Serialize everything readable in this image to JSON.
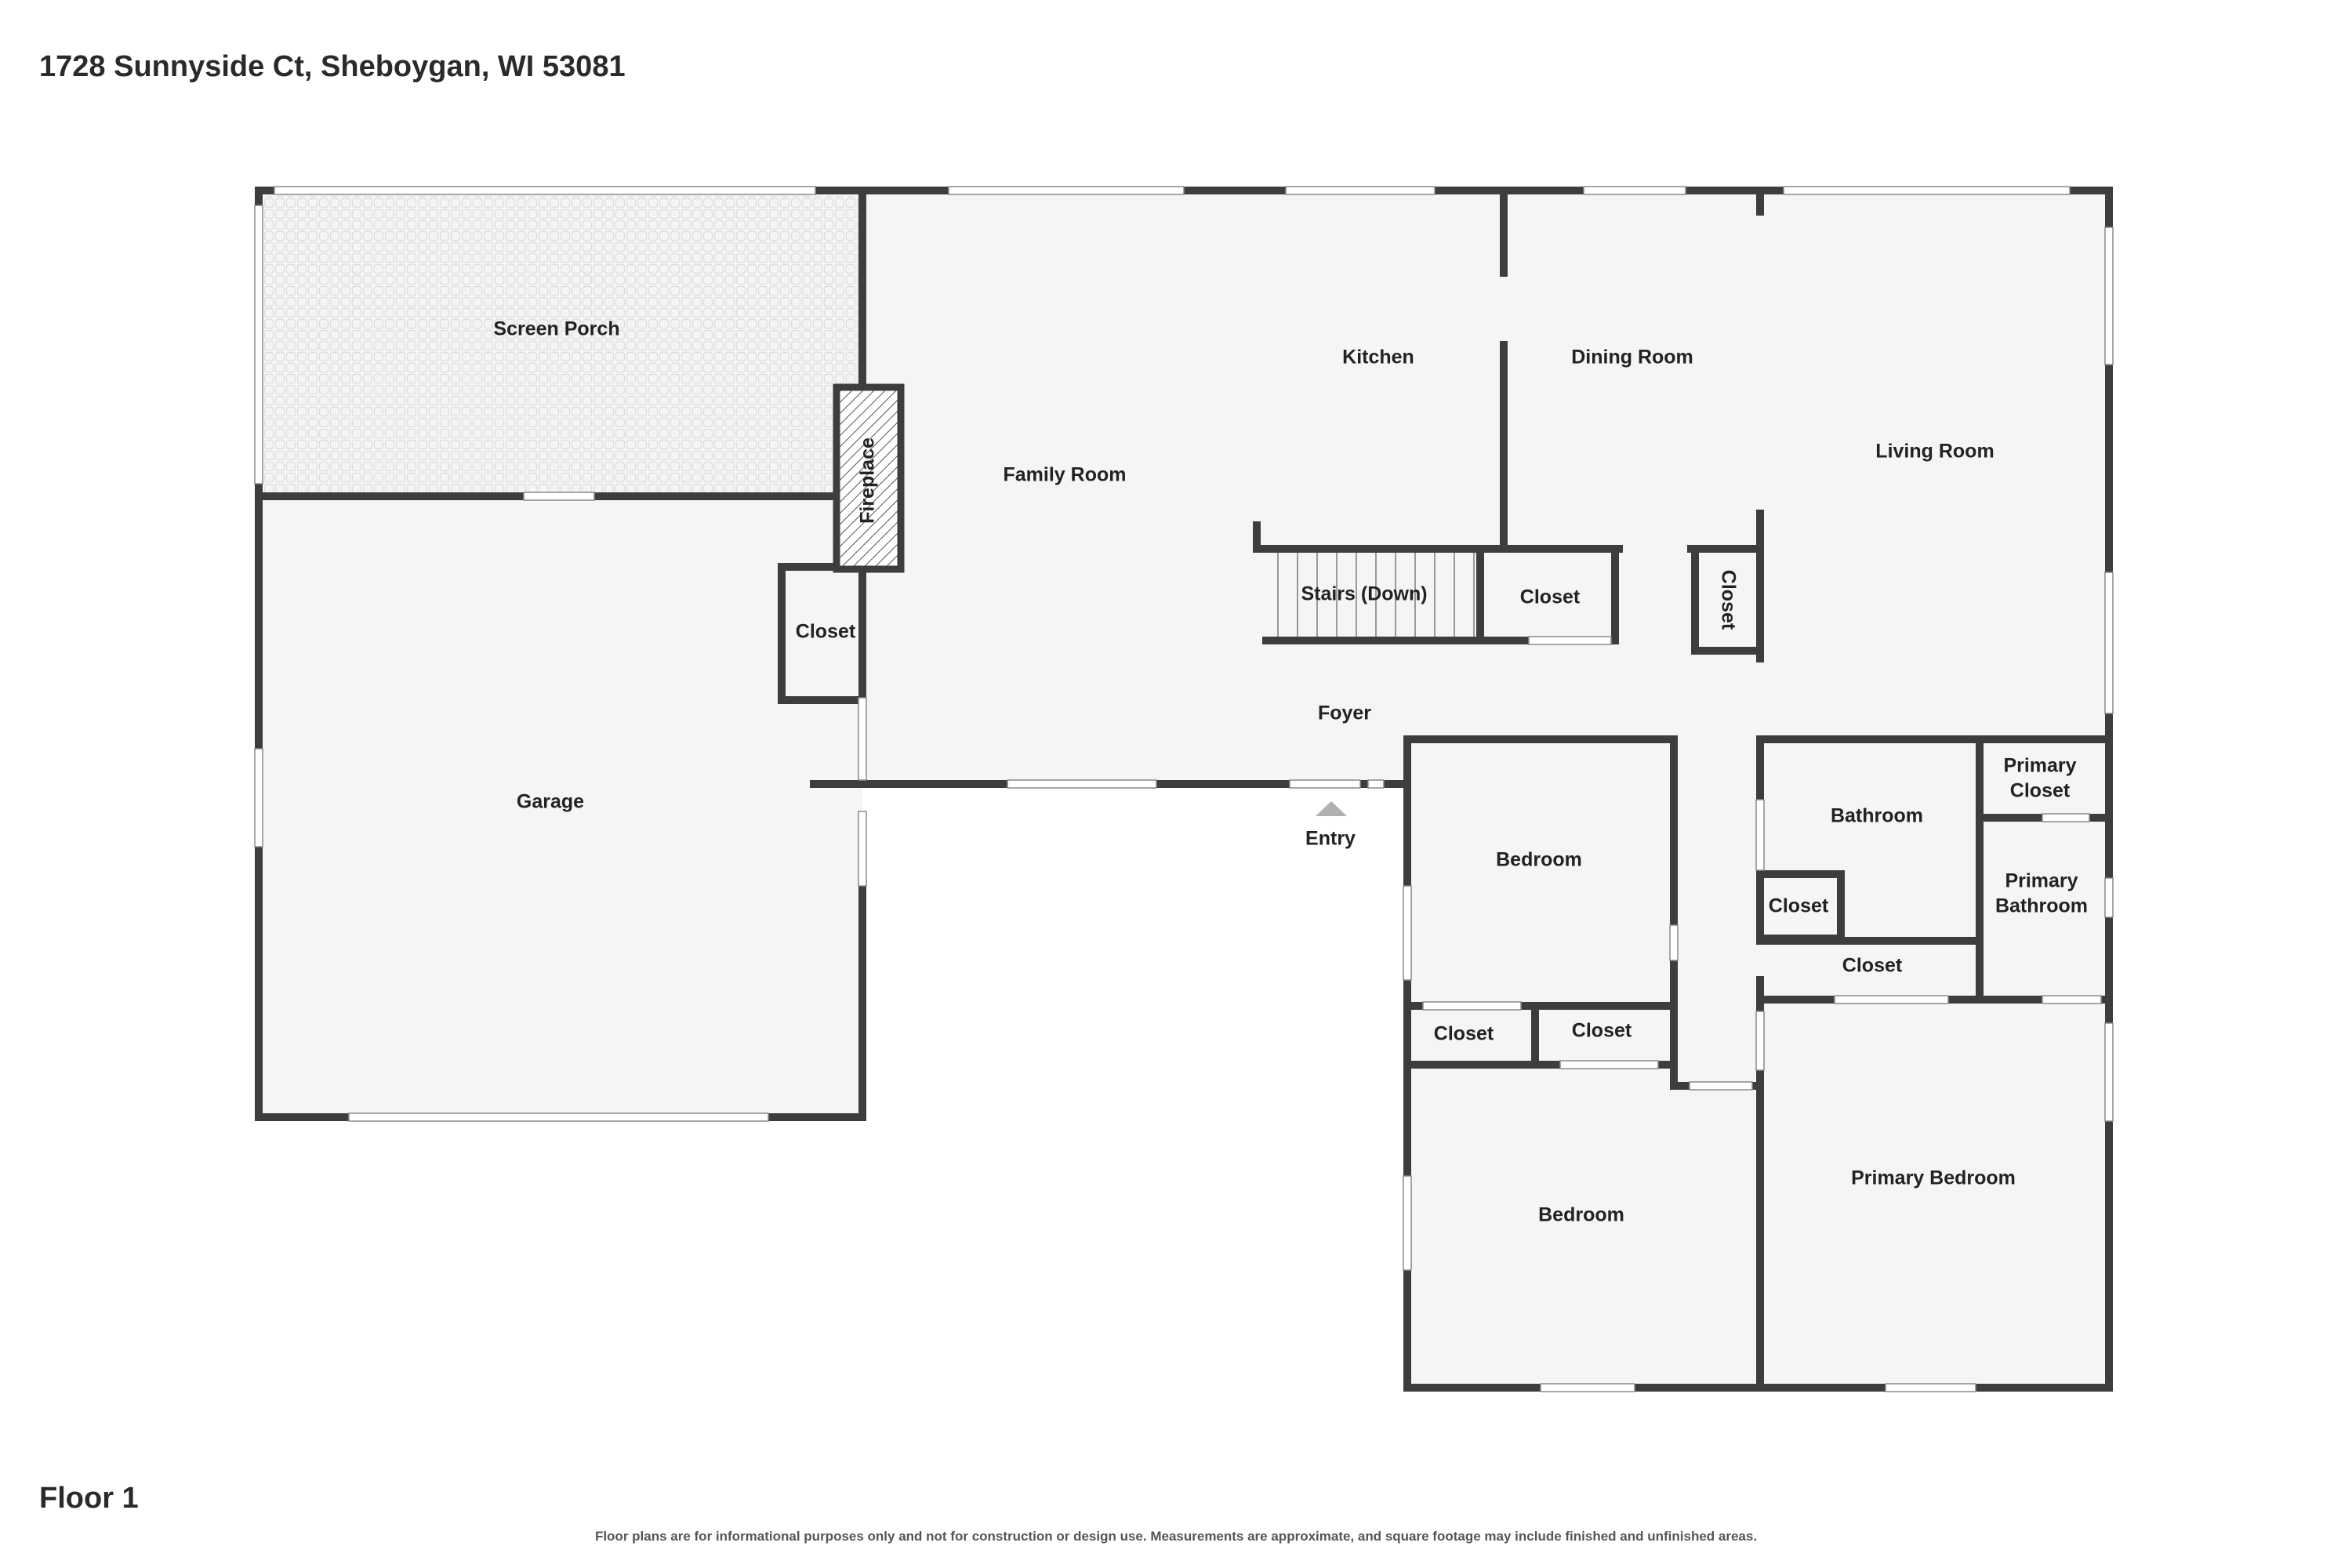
{
  "header": {
    "address": "1728 Sunnyside Ct, Sheboygan, WI 53081"
  },
  "floor": {
    "label": "Floor 1"
  },
  "footer": {
    "disclaimer": "Floor plans are for informational purposes only and not for construction or design use. Measurements are approximate, and square footage may include finished and unfinished areas."
  },
  "rooms": {
    "screen_porch": "Screen Porch",
    "fireplace": "Fireplace",
    "family_room": "Family Room",
    "kitchen": "Kitchen",
    "dining_room": "Dining Room",
    "living_room": "Living Room",
    "stairs": "Stairs (Down)",
    "closet_stairs": "Closet",
    "closet_living": "Closet",
    "closet_family": "Closet",
    "garage": "Garage",
    "foyer": "Foyer",
    "entry": "Entry",
    "bedroom_1": "Bedroom",
    "bathroom": "Bathroom",
    "primary_closet_1": "Primary",
    "primary_closet_2": "Closet",
    "primary_bathroom_1": "Primary",
    "primary_bathroom_2": "Bathroom",
    "closet_bath": "Closet",
    "closet_hall": "Closet",
    "closet_bed_a": "Closet",
    "closet_bed_b": "Closet",
    "bedroom_2": "Bedroom",
    "primary_bedroom": "Primary Bedroom"
  },
  "colors": {
    "wall": "#3d3d3d",
    "floor": "#f5f5f5",
    "window": "#ffffff",
    "entry_marker": "#b0b0b0"
  }
}
